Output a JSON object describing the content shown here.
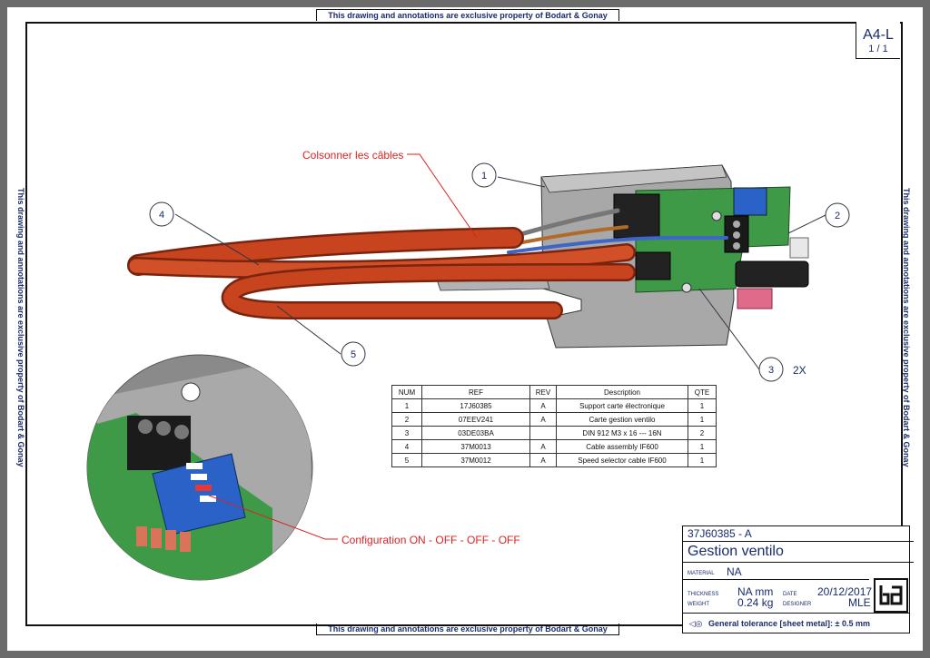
{
  "edge_notice": "This drawing and annotations are exclusive property of Bodart & Gonay",
  "format": {
    "size": "A4-L",
    "pages": "1 / 1"
  },
  "annotations": {
    "cables": "Colsonner les câbles",
    "config": "Configuration ON - OFF - OFF - OFF",
    "qty_marker": "2X"
  },
  "balloons": [
    "1",
    "2",
    "3",
    "4",
    "5"
  ],
  "bom": {
    "headers": [
      "NUM",
      "REF",
      "REV",
      "Description",
      "QTE"
    ],
    "rows": [
      [
        "1",
        "17J60385",
        "A",
        "Support carte électronique",
        "1"
      ],
      [
        "2",
        "07EEV241",
        "A",
        "Carte gestion ventilo",
        "1"
      ],
      [
        "3",
        "03DE03BA",
        "",
        "DIN 912 M3 x 16 --- 16N",
        "2"
      ],
      [
        "4",
        "37M0013",
        "A",
        "Cable assembly IF600",
        "1"
      ],
      [
        "5",
        "37M0012",
        "A",
        "Speed selector cable IF600",
        "1"
      ]
    ]
  },
  "title_block": {
    "ref": "37J60385 - A",
    "title": "Gestion ventilo",
    "material_label": "MATERIAL",
    "material": "NA",
    "thickness_label": "THICKNESS",
    "thickness": "NA mm",
    "weight_label": "WEIGHT",
    "weight": "0.24 kg",
    "date_label": "DATE",
    "date": "20/12/2017",
    "designer_label": "DESIGNER",
    "designer": "MLE",
    "tolerance": "General tolerance [sheet metal]: ± 0.5 mm"
  },
  "colors": {
    "frame": "#111111",
    "text_blue": "#1a2b6b",
    "annotation_red": "#dd2222",
    "cable_red": "#c8441f",
    "pcb_green": "#3f9a48",
    "switch_blue": "#2a62c8",
    "metal_gray": "#a9a9a9"
  }
}
